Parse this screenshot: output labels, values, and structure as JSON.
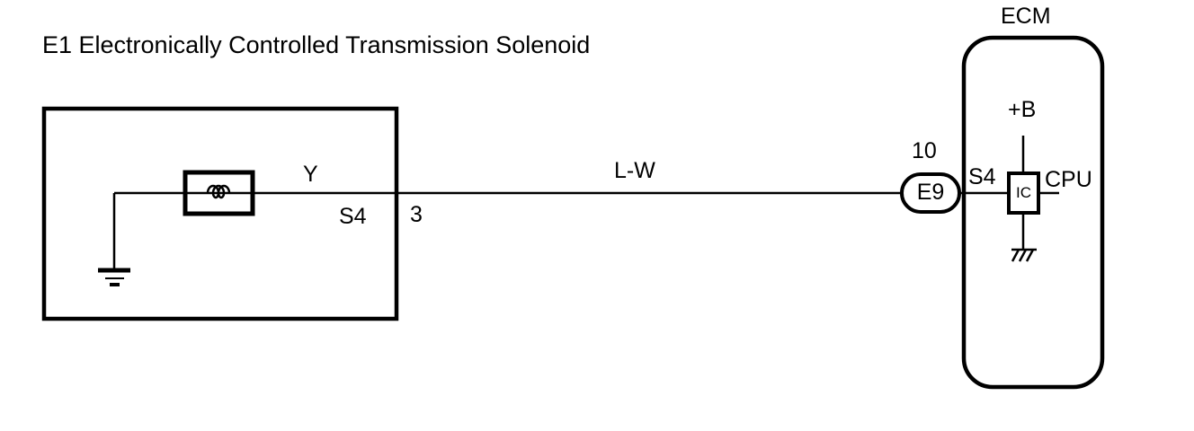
{
  "title": "E1 Electronically Controlled Transmission Solenoid",
  "solenoid": {
    "wire_color": "Y",
    "terminal": "S4",
    "pin": "3"
  },
  "harness": {
    "wire_color": "L-W"
  },
  "connector": {
    "pin": "10",
    "id": "E9"
  },
  "ecm": {
    "title": "ECM",
    "power": "+B",
    "terminal": "S4",
    "ic": "IC",
    "cpu": "CPU"
  },
  "colors": {
    "line": "#000000",
    "background": "#ffffff"
  }
}
